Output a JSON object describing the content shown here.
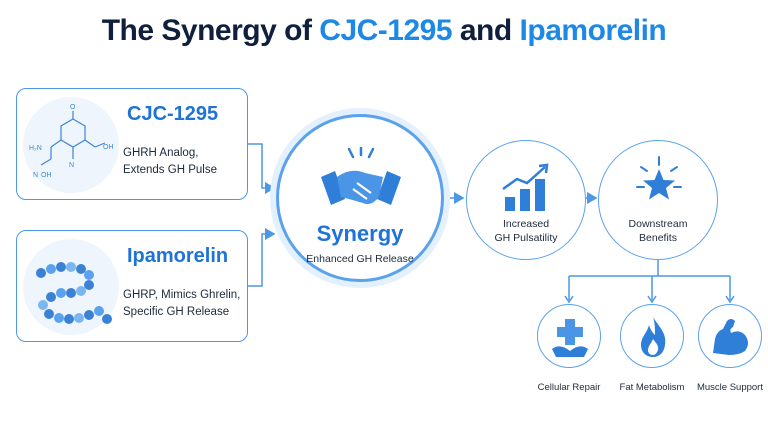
{
  "title": {
    "prefix": "The Synergy of ",
    "highlight1": "CJC-1295",
    "middle": " and ",
    "highlight2": "Ipamorelin"
  },
  "cards": [
    {
      "name": "CJC-1295",
      "desc_line1": "GHRH Analog,",
      "desc_line2": "Extends GH Pulse",
      "molecule_labels": [
        "H₂N",
        "O",
        "OH",
        "OH",
        "N",
        "N"
      ]
    },
    {
      "name": "Ipamorelin",
      "desc_line1": "GHRP, Mimics Ghrelin,",
      "desc_line2": "Specific GH Release"
    }
  ],
  "synergy": {
    "label": "Synergy",
    "sub": "Enhanced GH Release"
  },
  "outcomes": [
    {
      "line1": "Increased",
      "line2": "GH Pulsatility"
    },
    {
      "line1": "Downstream",
      "line2": "Benefits"
    }
  ],
  "benefits": [
    {
      "label": "Cellular Repair",
      "icon": "medical-cross-hands-icon"
    },
    {
      "label": "Fat Metabolism",
      "icon": "flame-icon"
    },
    {
      "label": "Muscle Support",
      "icon": "flexed-arm-icon"
    }
  ],
  "colors": {
    "accent": "#1e88e5",
    "dark_text": "#0f1f3d",
    "line": "#4c97e6"
  }
}
